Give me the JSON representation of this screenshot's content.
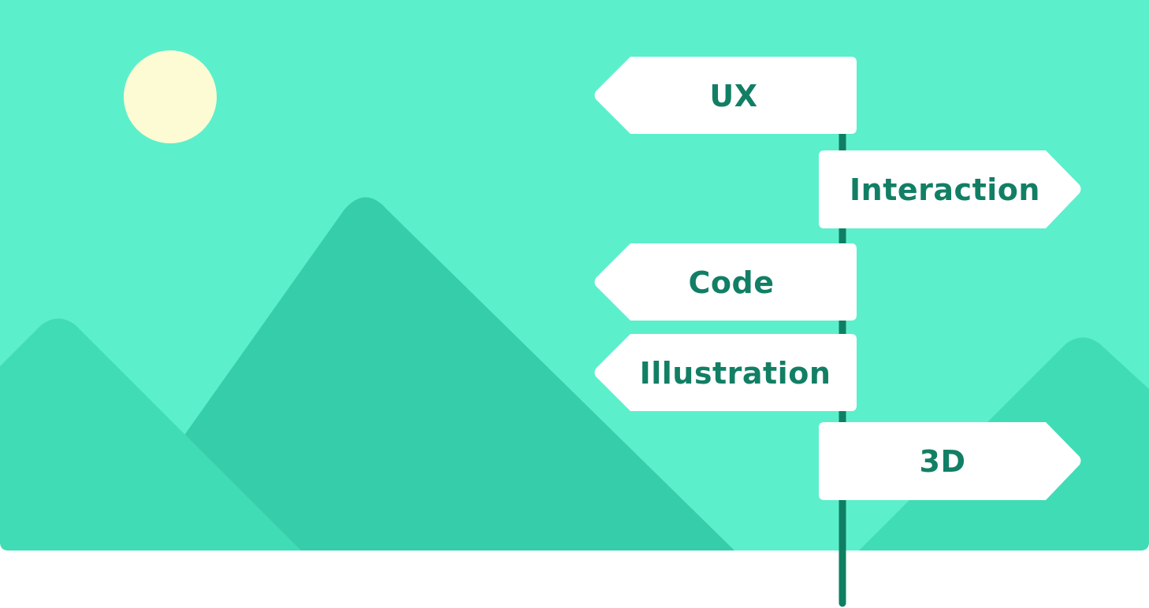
{
  "colors": {
    "sky": "#5cefcc",
    "mountain_back": "#36cdab",
    "mountain_front": "#40dcb6",
    "sun": "#fdfbd3",
    "sign": "#ffffff",
    "pole": "#0f7f63",
    "label_text": "#127f65"
  },
  "signs": [
    {
      "label": "UX",
      "direction": "left"
    },
    {
      "label": "Interaction",
      "direction": "right"
    },
    {
      "label": "Code",
      "direction": "left"
    },
    {
      "label": "Illustration",
      "direction": "left"
    },
    {
      "label": "3D",
      "direction": "right"
    }
  ]
}
